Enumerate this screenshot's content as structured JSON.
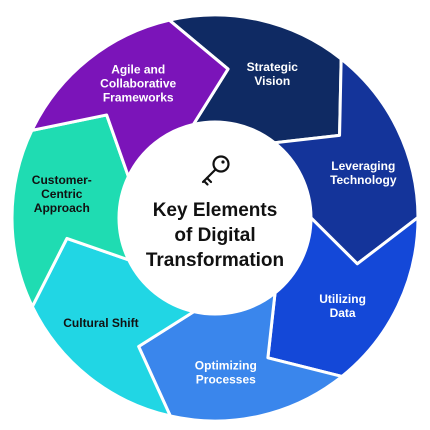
{
  "center": {
    "title_lines": [
      "Key Elements",
      "of Digital",
      "Transformation"
    ],
    "icon": "key-icon",
    "icon_color": "#111111"
  },
  "segments": [
    {
      "name": "strategic-vision",
      "lines": [
        "Strategic",
        "Vision"
      ],
      "color": "#0f2a63",
      "text_color": "#ffffff"
    },
    {
      "name": "leveraging-technology",
      "lines": [
        "Leveraging",
        "Technology"
      ],
      "color": "#14349a",
      "text_color": "#ffffff"
    },
    {
      "name": "utilizing-data",
      "lines": [
        "Utilizing",
        "Data"
      ],
      "color": "#1448d8",
      "text_color": "#ffffff"
    },
    {
      "name": "optimizing-processes",
      "lines": [
        "Optimizing",
        "Processes"
      ],
      "color": "#3a86ec",
      "text_color": "#ffffff"
    },
    {
      "name": "cultural-shift",
      "lines": [
        "Cultural Shift"
      ],
      "color": "#21d6e4",
      "text_color": "#111111"
    },
    {
      "name": "customer-centric-approach",
      "lines": [
        "Customer-",
        "Centric",
        "Approach"
      ],
      "color": "#1fdcb2",
      "text_color": "#111111"
    },
    {
      "name": "agile-and-collaborative-frameworks",
      "lines": [
        "Agile and",
        "Collaborative",
        "Frameworks"
      ],
      "color": "#7b14b9",
      "text_color": "#ffffff"
    }
  ]
}
